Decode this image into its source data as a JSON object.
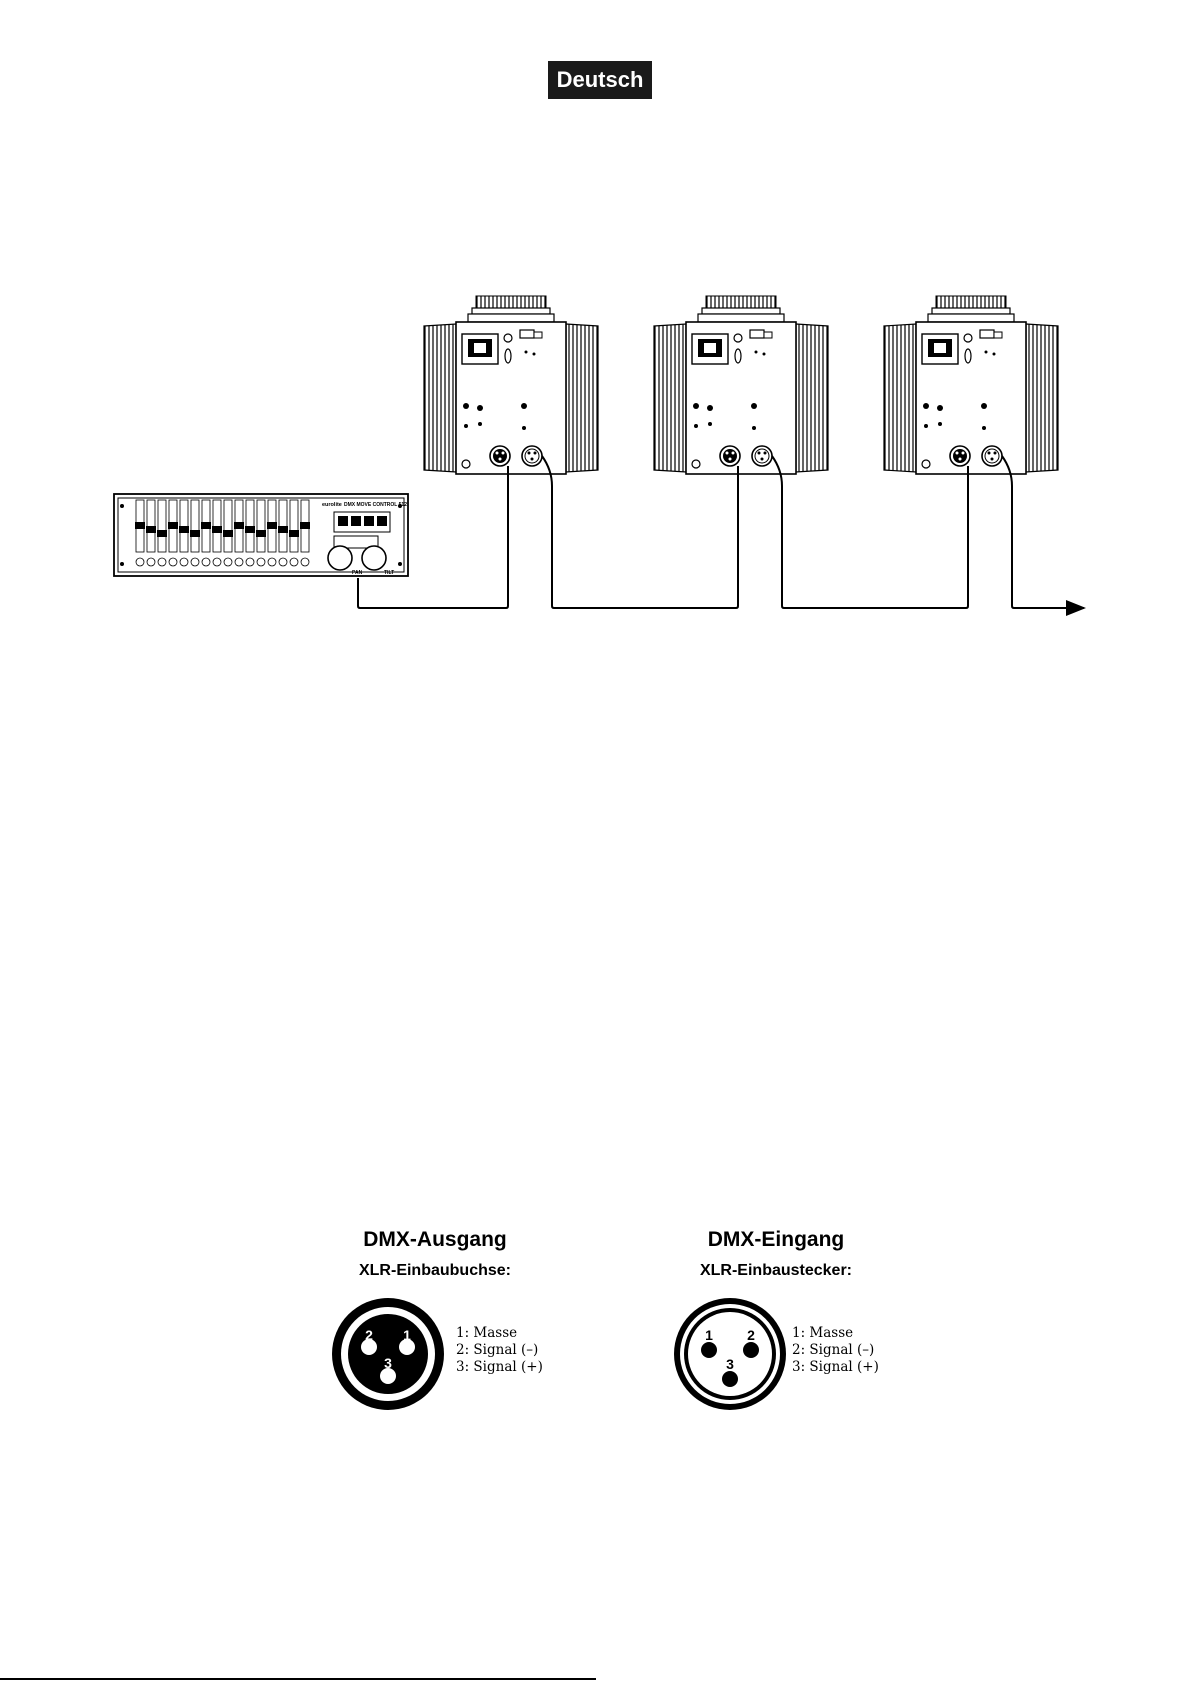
{
  "header": {
    "language_badge": "Deutsch"
  },
  "controller": {
    "brand": "eurolite",
    "model": "DMX MOVE CONTROL 512",
    "knob_labels": [
      "PAN",
      "TILT"
    ]
  },
  "fixtures": [
    {
      "name": "moving-head-1"
    },
    {
      "name": "moving-head-2"
    },
    {
      "name": "moving-head-3"
    }
  ],
  "connector_output": {
    "title": "DMX-Ausgang",
    "subtitle": "XLR-Einbaubuchse:",
    "pin_numbers": [
      "2",
      "1",
      "3"
    ],
    "pins": [
      "1: Masse",
      "2: Signal (–)",
      "3: Signal (+)"
    ]
  },
  "connector_input": {
    "title": "DMX-Eingang",
    "subtitle": "XLR-Einbaustecker:",
    "pin_numbers": [
      "1",
      "2",
      "3"
    ],
    "pins": [
      "1: Masse",
      "2: Signal (–)",
      "3: Signal (+)"
    ]
  },
  "colors": {
    "ink": "#000000",
    "badge_bg": "#1a1a1a",
    "paper": "#ffffff"
  }
}
